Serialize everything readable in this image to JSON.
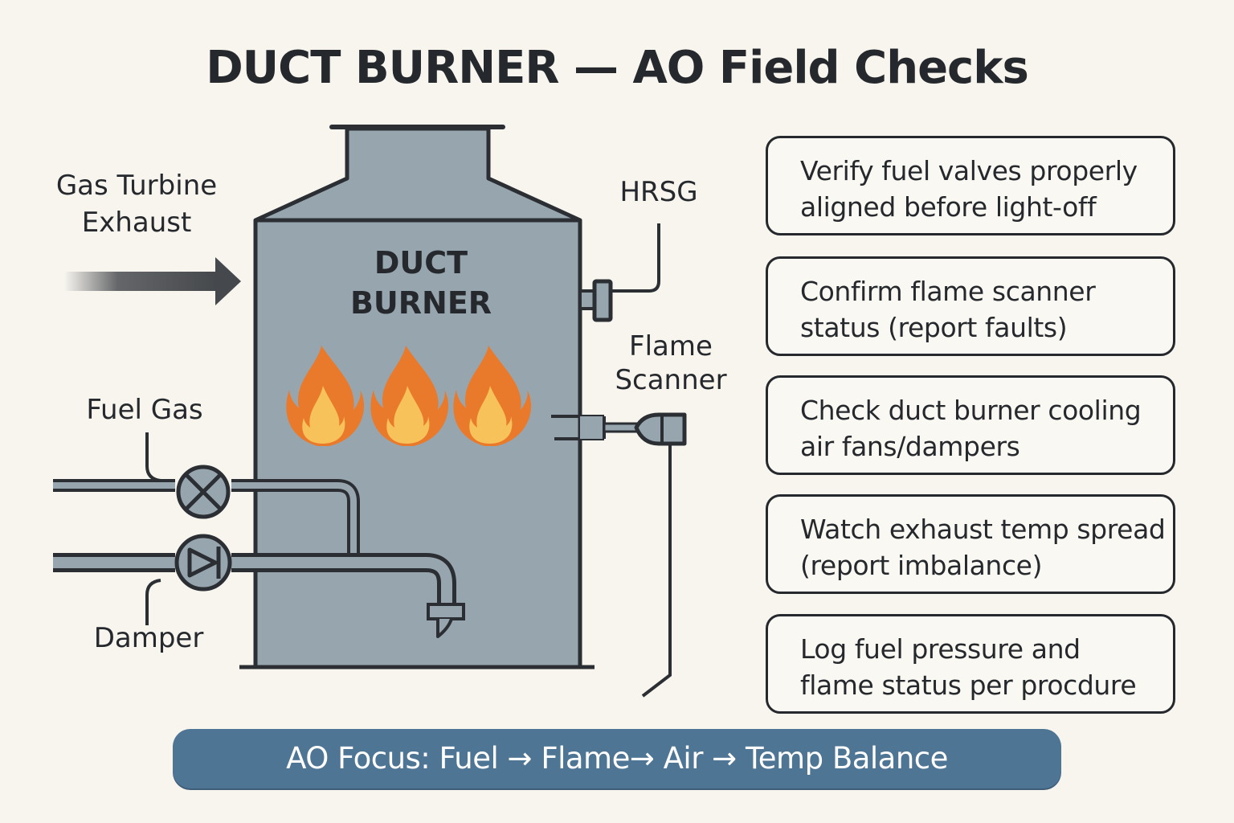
{
  "title": "DUCT BURNER — AO Field Checks",
  "diagram": {
    "vessel_label_line1": "DUCT",
    "vessel_label_line2": "BURNER",
    "labels": {
      "gas_turbine_line1": "Gas Turbine",
      "gas_turbine_line2": "Exhaust",
      "hrsg": "HRSG",
      "flame_scanner_line1": "Flame",
      "flame_scanner_line2": "Scanner",
      "fuel_gas": "Fuel Gas",
      "damper": "Damper"
    },
    "colors": {
      "vessel": "#97a6ae",
      "outline": "#2b2f33",
      "flame_outer": "#e97a2c",
      "flame_inner": "#f7c25a",
      "background": "#f8f5ef"
    },
    "icons": [
      "arrow-right-icon",
      "flame-icon",
      "gate-valve-icon",
      "check-valve-icon",
      "flame-scanner-icon",
      "nozzle-icon"
    ]
  },
  "checks": [
    {
      "line1": "Verify fuel valves properly",
      "line2": "aligned before light-off"
    },
    {
      "line1": "Confirm flame scanner",
      "line2": "status (report faults)"
    },
    {
      "line1": "Check duct burner cooling",
      "line2": "air fans/dampers"
    },
    {
      "line1": "Watch exhaust temp spread",
      "line2": "(report imbalance)"
    },
    {
      "line1": "Log fuel pressure and",
      "line2": "flame status per procdure"
    }
  ],
  "banner": {
    "text": "AO Focus: Fuel → Flame→ Air → Temp Balance",
    "color": "#4f7595"
  }
}
